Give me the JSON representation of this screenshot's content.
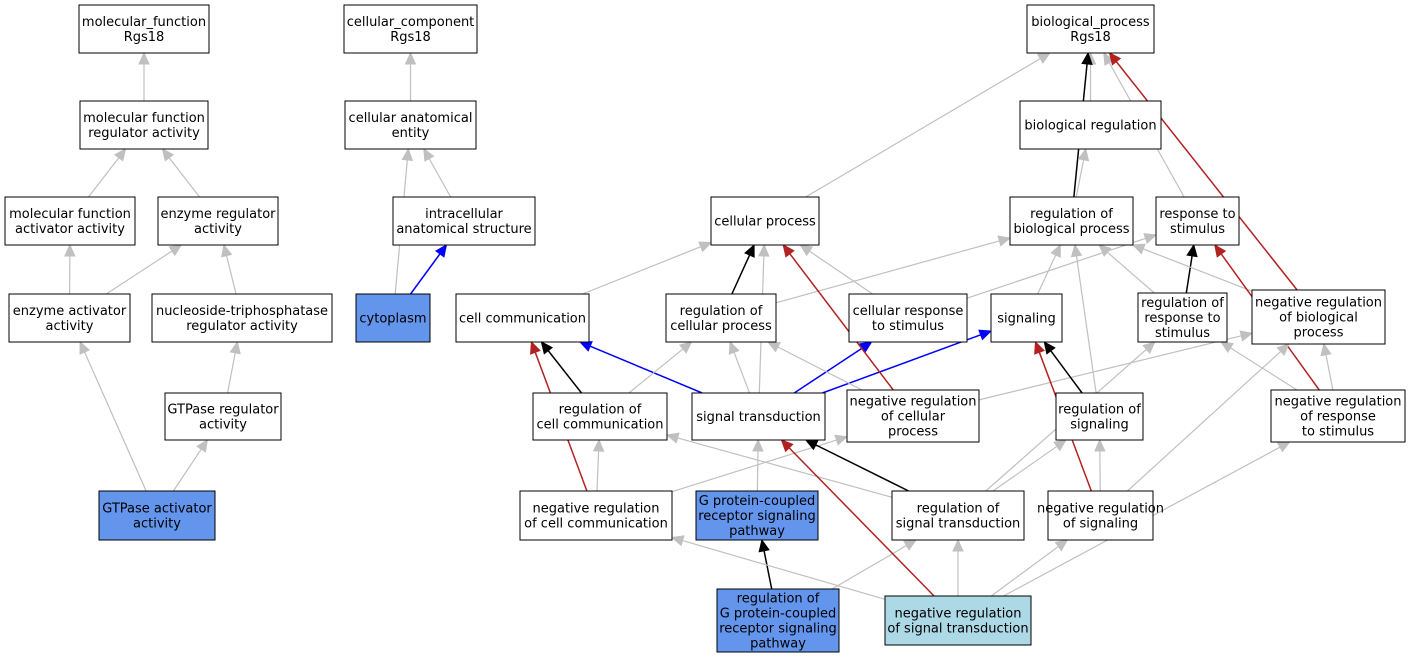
{
  "colors": {
    "white": "#ffffff",
    "selected": "#6495ed",
    "query": "#add8e6",
    "is_a": "#c0c0c0",
    "regulates": "#000000",
    "negatively_regulates": "#b22222",
    "part_of": "#0000ff"
  },
  "nodes": [
    {
      "id": "mf_root",
      "lines": [
        "molecular_function",
        "Rgs18"
      ],
      "fill": "white"
    },
    {
      "id": "cc_root",
      "lines": [
        "cellular_component",
        "Rgs18"
      ],
      "fill": "white"
    },
    {
      "id": "bp_root",
      "lines": [
        "biological_process",
        "Rgs18"
      ],
      "fill": "white"
    },
    {
      "id": "mf_reg",
      "lines": [
        "molecular function",
        "regulator activity"
      ],
      "fill": "white"
    },
    {
      "id": "cae",
      "lines": [
        "cellular anatomical",
        "entity"
      ],
      "fill": "white"
    },
    {
      "id": "bioreg",
      "lines": [
        "biological regulation"
      ],
      "fill": "white"
    },
    {
      "id": "mf_act",
      "lines": [
        "molecular function",
        "activator activity"
      ],
      "fill": "white"
    },
    {
      "id": "enz_reg",
      "lines": [
        "enzyme regulator",
        "activity"
      ],
      "fill": "white"
    },
    {
      "id": "ias",
      "lines": [
        "intracellular",
        "anatomical structure"
      ],
      "fill": "white"
    },
    {
      "id": "cellproc",
      "lines": [
        "cellular process"
      ],
      "fill": "white"
    },
    {
      "id": "regbio",
      "lines": [
        "regulation of",
        "biological process"
      ],
      "fill": "white"
    },
    {
      "id": "resp",
      "lines": [
        "response to",
        "stimulus"
      ],
      "fill": "white"
    },
    {
      "id": "enz_act",
      "lines": [
        "enzyme activator",
        "activity"
      ],
      "fill": "white"
    },
    {
      "id": "ntp_reg",
      "lines": [
        "nucleoside-triphosphatase",
        "regulator activity"
      ],
      "fill": "white"
    },
    {
      "id": "cytoplasm",
      "lines": [
        "cytoplasm"
      ],
      "fill": "selected"
    },
    {
      "id": "cellcomm",
      "lines": [
        "cell communication"
      ],
      "fill": "white"
    },
    {
      "id": "regcell",
      "lines": [
        "regulation of",
        "cellular process"
      ],
      "fill": "white"
    },
    {
      "id": "cellresp",
      "lines": [
        "cellular response",
        "to stimulus"
      ],
      "fill": "white"
    },
    {
      "id": "signaling",
      "lines": [
        "signaling"
      ],
      "fill": "white"
    },
    {
      "id": "regresp",
      "lines": [
        "regulation of",
        "response to",
        "stimulus"
      ],
      "fill": "white"
    },
    {
      "id": "negbio",
      "lines": [
        "negative regulation",
        "of biological",
        "process"
      ],
      "fill": "white"
    },
    {
      "id": "gtpase_reg",
      "lines": [
        "GTPase regulator",
        "activity"
      ],
      "fill": "white"
    },
    {
      "id": "regcc",
      "lines": [
        "regulation of",
        "cell communication"
      ],
      "fill": "white"
    },
    {
      "id": "sigtrans",
      "lines": [
        "signal transduction"
      ],
      "fill": "white"
    },
    {
      "id": "negcell",
      "lines": [
        "negative regulation",
        "of cellular",
        "process"
      ],
      "fill": "white"
    },
    {
      "id": "regsig",
      "lines": [
        "regulation of",
        "signaling"
      ],
      "fill": "white"
    },
    {
      "id": "negresp",
      "lines": [
        "negative regulation",
        "of response",
        "to stimulus"
      ],
      "fill": "white"
    },
    {
      "id": "gtpase_act",
      "lines": [
        "GTPase activator",
        "activity"
      ],
      "fill": "selected"
    },
    {
      "id": "negcc",
      "lines": [
        "negative regulation",
        "of cell communication"
      ],
      "fill": "white"
    },
    {
      "id": "gpcr",
      "lines": [
        "G protein-coupled",
        "receptor signaling",
        "pathway"
      ],
      "fill": "selected"
    },
    {
      "id": "regst",
      "lines": [
        "regulation of",
        "signal transduction"
      ],
      "fill": "white"
    },
    {
      "id": "negsig",
      "lines": [
        "negative regulation",
        "of signaling"
      ],
      "fill": "white"
    },
    {
      "id": "reggpcr",
      "lines": [
        "regulation of",
        "G protein-coupled",
        "receptor signaling",
        "pathway"
      ],
      "fill": "selected"
    },
    {
      "id": "negst",
      "lines": [
        "negative regulation",
        "of signal transduction"
      ],
      "fill": "query"
    }
  ],
  "edges": [
    {
      "from": "mf_reg",
      "to": "mf_root",
      "type": "is_a"
    },
    {
      "from": "mf_act",
      "to": "mf_reg",
      "type": "is_a"
    },
    {
      "from": "enz_reg",
      "to": "mf_reg",
      "type": "is_a"
    },
    {
      "from": "enz_act",
      "to": "mf_act",
      "type": "is_a"
    },
    {
      "from": "enz_act",
      "to": "enz_reg",
      "type": "is_a"
    },
    {
      "from": "ntp_reg",
      "to": "enz_reg",
      "type": "is_a"
    },
    {
      "from": "gtpase_reg",
      "to": "ntp_reg",
      "type": "is_a"
    },
    {
      "from": "gtpase_act",
      "to": "enz_act",
      "type": "is_a"
    },
    {
      "from": "gtpase_act",
      "to": "gtpase_reg",
      "type": "is_a"
    },
    {
      "from": "cae",
      "to": "cc_root",
      "type": "is_a"
    },
    {
      "from": "ias",
      "to": "cae",
      "type": "is_a"
    },
    {
      "from": "cytoplasm",
      "to": "cae",
      "type": "is_a"
    },
    {
      "from": "cytoplasm",
      "to": "ias",
      "type": "part_of"
    },
    {
      "from": "bioreg",
      "to": "bp_root",
      "type": "is_a"
    },
    {
      "from": "cellproc",
      "to": "bp_root",
      "type": "is_a"
    },
    {
      "from": "regbio",
      "to": "bp_root",
      "type": "regulates"
    },
    {
      "from": "regbio",
      "to": "bioreg",
      "type": "is_a"
    },
    {
      "from": "resp",
      "to": "bp_root",
      "type": "is_a"
    },
    {
      "from": "negbio",
      "to": "bp_root",
      "type": "negatively_regulates"
    },
    {
      "from": "cellcomm",
      "to": "cellproc",
      "type": "is_a"
    },
    {
      "from": "regcell",
      "to": "cellproc",
      "type": "regulates"
    },
    {
      "from": "regcell",
      "to": "regbio",
      "type": "is_a"
    },
    {
      "from": "cellresp",
      "to": "cellproc",
      "type": "is_a"
    },
    {
      "from": "cellresp",
      "to": "resp",
      "type": "is_a"
    },
    {
      "from": "signaling",
      "to": "regbio",
      "type": "is_a"
    },
    {
      "from": "regresp",
      "to": "regbio",
      "type": "is_a"
    },
    {
      "from": "regresp",
      "to": "resp",
      "type": "regulates"
    },
    {
      "from": "negbio",
      "to": "regbio",
      "type": "is_a"
    },
    {
      "from": "negresp",
      "to": "resp",
      "type": "negatively_regulates"
    },
    {
      "from": "sigtrans",
      "to": "cellproc",
      "type": "is_a"
    },
    {
      "from": "sigtrans",
      "to": "cellcomm",
      "type": "part_of"
    },
    {
      "from": "sigtrans",
      "to": "regcell",
      "type": "is_a"
    },
    {
      "from": "sigtrans",
      "to": "cellresp",
      "type": "part_of"
    },
    {
      "from": "sigtrans",
      "to": "signaling",
      "type": "part_of"
    },
    {
      "from": "regcc",
      "to": "cellcomm",
      "type": "regulates"
    },
    {
      "from": "regcc",
      "to": "regcell",
      "type": "is_a"
    },
    {
      "from": "negcell",
      "to": "regcell",
      "type": "is_a"
    },
    {
      "from": "negcell",
      "to": "cellproc",
      "type": "negatively_regulates"
    },
    {
      "from": "negcell",
      "to": "negbio",
      "type": "is_a"
    },
    {
      "from": "regsig",
      "to": "signaling",
      "type": "regulates"
    },
    {
      "from": "regsig",
      "to": "regbio",
      "type": "is_a"
    },
    {
      "from": "negresp",
      "to": "negbio",
      "type": "is_a"
    },
    {
      "from": "negresp",
      "to": "regresp",
      "type": "is_a"
    },
    {
      "from": "negcc",
      "to": "cellcomm",
      "type": "negatively_regulates"
    },
    {
      "from": "negcc",
      "to": "regcc",
      "type": "is_a"
    },
    {
      "from": "negcc",
      "to": "negcell",
      "type": "is_a"
    },
    {
      "from": "gpcr",
      "to": "sigtrans",
      "type": "is_a"
    },
    {
      "from": "regst",
      "to": "sigtrans",
      "type": "regulates"
    },
    {
      "from": "regst",
      "to": "regcc",
      "type": "is_a"
    },
    {
      "from": "regst",
      "to": "regsig",
      "type": "is_a"
    },
    {
      "from": "regst",
      "to": "regresp",
      "type": "is_a"
    },
    {
      "from": "negsig",
      "to": "signaling",
      "type": "negatively_regulates"
    },
    {
      "from": "negsig",
      "to": "regsig",
      "type": "is_a"
    },
    {
      "from": "negsig",
      "to": "negbio",
      "type": "is_a"
    },
    {
      "from": "reggpcr",
      "to": "gpcr",
      "type": "regulates"
    },
    {
      "from": "reggpcr",
      "to": "regst",
      "type": "is_a"
    },
    {
      "from": "negst",
      "to": "sigtrans",
      "type": "negatively_regulates"
    },
    {
      "from": "negst",
      "to": "regst",
      "type": "is_a"
    },
    {
      "from": "negst",
      "to": "negcc",
      "type": "is_a"
    },
    {
      "from": "negst",
      "to": "negsig",
      "type": "is_a"
    },
    {
      "from": "negst",
      "to": "negresp",
      "type": "is_a"
    }
  ]
}
